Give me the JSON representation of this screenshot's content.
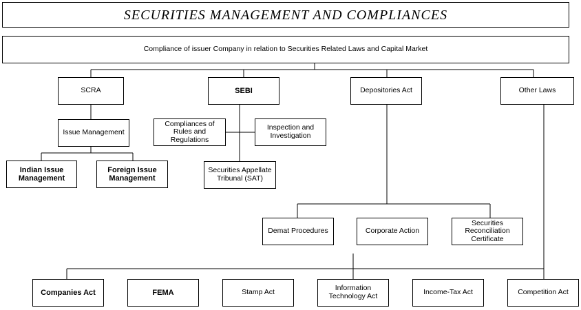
{
  "title": "SECURITIES MANAGEMENT AND COMPLIANCES",
  "subtitle": "Compliance of issuer Company in relation to Securities Related Laws and Capital Market",
  "branches": {
    "scra": "SCRA",
    "sebi": "SEBI",
    "depositories": "Depositories Act",
    "other_laws": "Other Laws"
  },
  "scra_children": {
    "issue_management": "Issue Management",
    "indian_issue": "Indian Issue Management",
    "foreign_issue": "Foreign Issue Management"
  },
  "sebi_children": {
    "compliances": "Compliances of Rules and Regulations",
    "inspection": "Inspection and Investigation",
    "sat": "Securities Appellate Tribunal (SAT)"
  },
  "depositories_children": {
    "demat": "Demat Procedures",
    "corporate_action": "Corporate Action",
    "reconciliation": "Securities Reconciliation Certificate"
  },
  "other_laws_children": {
    "companies_act": "Companies Act",
    "fema": "FEMA",
    "stamp_act": "Stamp Act",
    "it_act": "Information Technology Act",
    "income_tax_act": "Income-Tax Act",
    "competition_act": "Competition Act"
  }
}
